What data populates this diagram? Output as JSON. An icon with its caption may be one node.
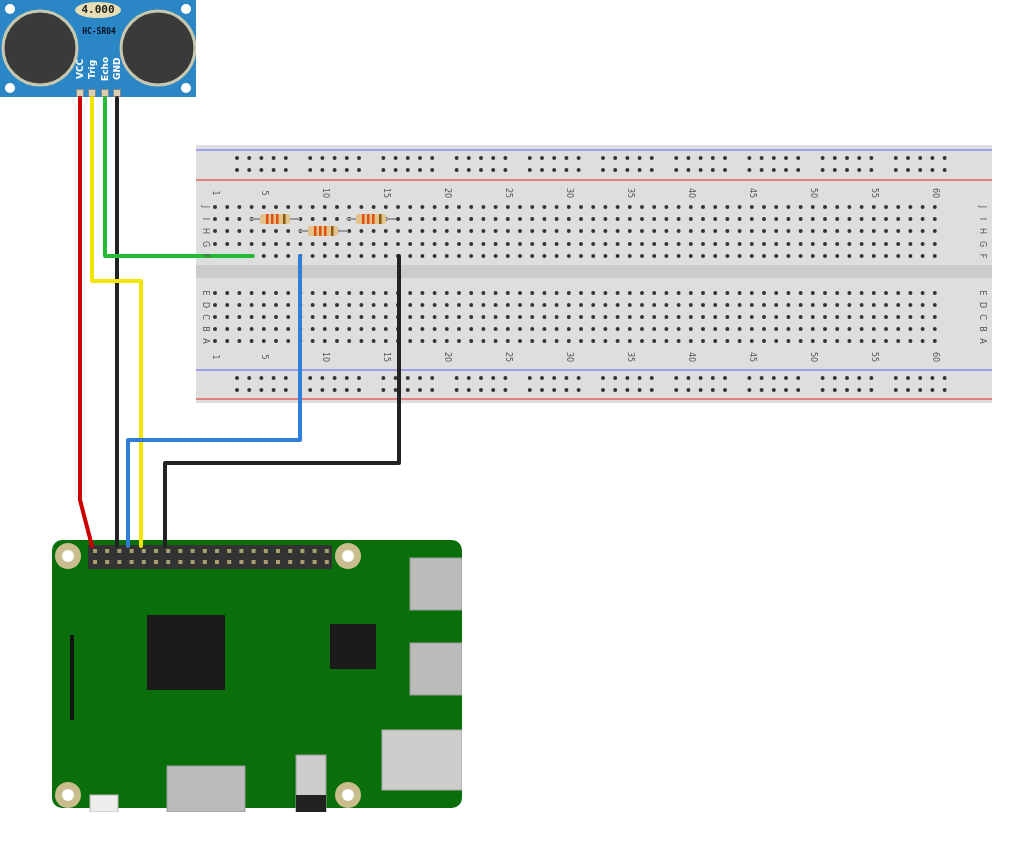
{
  "diagram": {
    "nodes": [
      {
        "text": [
          "4.000",
          "HC-SR04"
        ]
      },
      {
        "text": [
          "VCC"
        ],
        "in": 0
      },
      {
        "text": [
          "Trig"
        ],
        "in": 0
      },
      {
        "text": [
          "Echo"
        ],
        "in": 0
      },
      {
        "text": [
          "GND"
        ],
        "in": 0
      },
      {
        "text": [],
        "shape": "picture"
      },
      {
        "text": [],
        "shape": "picture"
      }
    ],
    "edges": [
      {
        "from": 1,
        "to": 6,
        "arrow": "none",
        "color": "#cc0000"
      },
      {
        "from": 4,
        "to": 6,
        "arrow": "none",
        "color": "#222222"
      },
      {
        "from": 2,
        "to": 6,
        "arrow": "none",
        "color": "#f2e600"
      },
      {
        "from": 3,
        "to": 5,
        "arrow": "none",
        "color": "#22bb33"
      },
      {
        "from": 5,
        "to": 6,
        "arrow": "none",
        "color": "#2f7fd6"
      },
      {
        "from": 5,
        "to": 6,
        "arrow": "none",
        "color": "#222222"
      }
    ],
    "labels": [
      "1",
      "5",
      "10",
      "15",
      "20",
      "25",
      "30",
      "35",
      "40",
      "45",
      "50",
      "55",
      "60",
      "J",
      "I",
      "H",
      "G",
      "F",
      "J",
      "I",
      "H",
      "G",
      "F",
      "E",
      "D",
      "C",
      "B",
      "A",
      "E",
      "D",
      "C",
      "B",
      "A",
      "1",
      "5",
      "10",
      "15",
      "20",
      "25",
      "30",
      "35",
      "40",
      "45",
      "50",
      "55",
      "60"
    ]
  }
}
